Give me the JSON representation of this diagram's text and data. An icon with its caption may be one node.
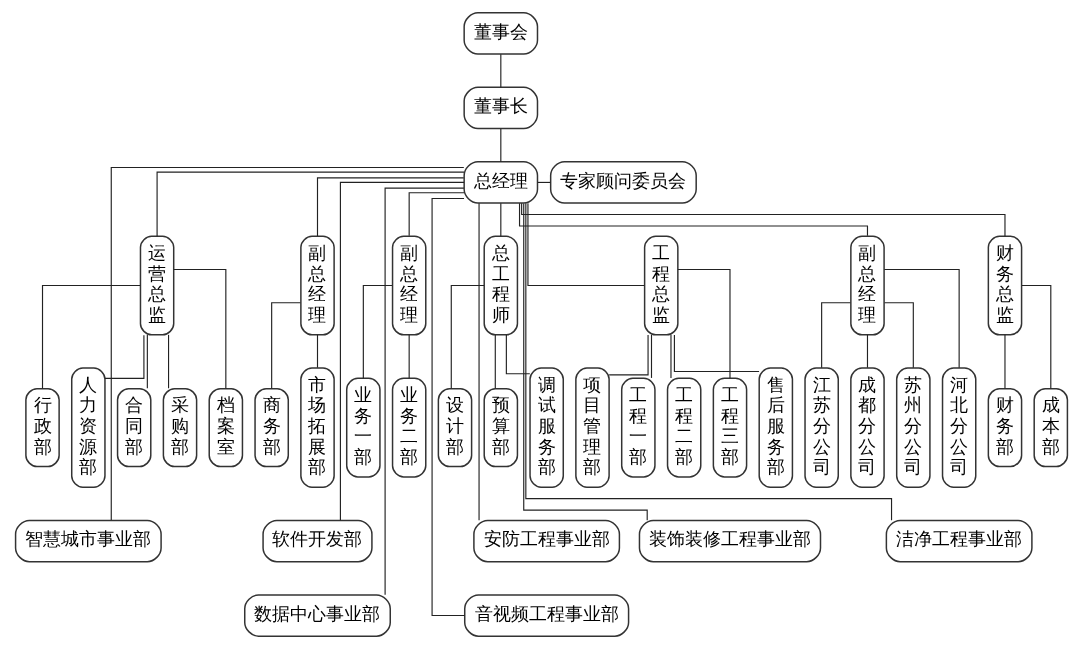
{
  "diagram": {
    "nodes": [
      {
        "text": [
          "董事会"
        ]
      },
      {
        "text": [
          "董事长"
        ]
      },
      {
        "text": [
          "总经理"
        ]
      },
      {
        "text": [
          "专家顾问委员会"
        ]
      },
      {
        "text": [
          "运营总监"
        ]
      },
      {
        "text": [
          "副总经理"
        ]
      },
      {
        "text": [
          "副总经理"
        ]
      },
      {
        "text": [
          "总工程师"
        ]
      },
      {
        "text": [
          "工程总监"
        ]
      },
      {
        "text": [
          "副总经理"
        ]
      },
      {
        "text": [
          "财务总监"
        ]
      },
      {
        "text": [
          "行政部"
        ]
      },
      {
        "text": [
          "人力资源部"
        ]
      },
      {
        "text": [
          "合同部"
        ]
      },
      {
        "text": [
          "采购部"
        ]
      },
      {
        "text": [
          "档案室"
        ]
      },
      {
        "text": [
          "商务部"
        ]
      },
      {
        "text": [
          "市场拓展部"
        ]
      },
      {
        "text": [
          "业务一部"
        ]
      },
      {
        "text": [
          "业务二部"
        ]
      },
      {
        "text": [
          "设计部"
        ]
      },
      {
        "text": [
          "预算部"
        ]
      },
      {
        "text": [
          "调试服务部"
        ]
      },
      {
        "text": [
          "项目管理部"
        ]
      },
      {
        "text": [
          "工程一部"
        ]
      },
      {
        "text": [
          "工程二部"
        ]
      },
      {
        "text": [
          "工程三部"
        ]
      },
      {
        "text": [
          "售后服务部"
        ]
      },
      {
        "text": [
          "江苏分公司"
        ]
      },
      {
        "text": [
          "成都分公司"
        ]
      },
      {
        "text": [
          "苏州分公司"
        ]
      },
      {
        "text": [
          "河北分公司"
        ]
      },
      {
        "text": [
          "财务部"
        ]
      },
      {
        "text": [
          "成本部"
        ]
      },
      {
        "text": [
          "智慧城市事业部"
        ]
      },
      {
        "text": [
          "软件开发部"
        ]
      },
      {
        "text": [
          "安防工程事业部"
        ]
      },
      {
        "text": [
          "装饰装修工程事业部"
        ]
      },
      {
        "text": [
          "洁净工程事业部"
        ]
      },
      {
        "text": [
          "数据中心事业部"
        ]
      },
      {
        "text": [
          "音视频工程事业部"
        ]
      }
    ],
    "edges": [
      {
        "from": 0,
        "to": 1,
        "arrow": "none"
      },
      {
        "from": 1,
        "to": 2,
        "arrow": "none"
      },
      {
        "from": 2,
        "to": 3,
        "arrow": "none"
      },
      {
        "from": 2,
        "to": 4,
        "arrow": "none"
      },
      {
        "from": 2,
        "to": 5,
        "arrow": "none"
      },
      {
        "from": 2,
        "to": 6,
        "arrow": "none"
      },
      {
        "from": 2,
        "to": 7,
        "arrow": "none"
      },
      {
        "from": 2,
        "to": 8,
        "arrow": "none"
      },
      {
        "from": 2,
        "to": 9,
        "arrow": "none"
      },
      {
        "from": 2,
        "to": 10,
        "arrow": "none"
      },
      {
        "from": 4,
        "to": 11,
        "arrow": "none"
      },
      {
        "from": 4,
        "to": 12,
        "arrow": "none"
      },
      {
        "from": 4,
        "to": 13,
        "arrow": "none"
      },
      {
        "from": 4,
        "to": 14,
        "arrow": "none"
      },
      {
        "from": 4,
        "to": 15,
        "arrow": "none"
      },
      {
        "from": 5,
        "to": 16,
        "arrow": "none"
      },
      {
        "from": 5,
        "to": 17,
        "arrow": "none"
      },
      {
        "from": 6,
        "to": 18,
        "arrow": "none"
      },
      {
        "from": 6,
        "to": 19,
        "arrow": "none"
      },
      {
        "from": 7,
        "to": 20,
        "arrow": "none"
      },
      {
        "from": 7,
        "to": 21,
        "arrow": "none"
      },
      {
        "from": 7,
        "to": 22,
        "arrow": "none"
      },
      {
        "from": 8,
        "to": 23,
        "arrow": "none"
      },
      {
        "from": 8,
        "to": 24,
        "arrow": "none"
      },
      {
        "from": 8,
        "to": 25,
        "arrow": "none"
      },
      {
        "from": 8,
        "to": 26,
        "arrow": "none"
      },
      {
        "from": 8,
        "to": 27,
        "arrow": "none"
      },
      {
        "from": 9,
        "to": 28,
        "arrow": "none"
      },
      {
        "from": 9,
        "to": 29,
        "arrow": "none"
      },
      {
        "from": 9,
        "to": 30,
        "arrow": "none"
      },
      {
        "from": 9,
        "to": 31,
        "arrow": "none"
      },
      {
        "from": 10,
        "to": 32,
        "arrow": "none"
      },
      {
        "from": 10,
        "to": 33,
        "arrow": "none"
      },
      {
        "from": 2,
        "to": 34,
        "arrow": "none"
      },
      {
        "from": 2,
        "to": 35,
        "arrow": "none"
      },
      {
        "from": 2,
        "to": 36,
        "arrow": "none"
      },
      {
        "from": 2,
        "to": 37,
        "arrow": "none"
      },
      {
        "from": 2,
        "to": 38,
        "arrow": "none"
      },
      {
        "from": 2,
        "to": 39,
        "arrow": "none"
      },
      {
        "from": 2,
        "to": 40,
        "arrow": "none"
      }
    ]
  }
}
